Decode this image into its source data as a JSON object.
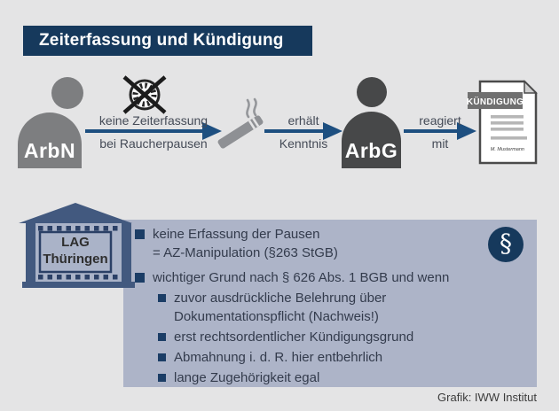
{
  "title": "Zeiterfassung und Kündigung",
  "credit": "Grafik: IWW Institut",
  "flow": {
    "employee_label": "ArbN",
    "employer_label": "ArbG",
    "arrow1": {
      "top": "keine Zeiterfassung",
      "bottom": "bei Raucherpausen"
    },
    "arrow2": {
      "top": "erhält",
      "bottom": "Kenntnis"
    },
    "arrow3": {
      "top": "reagiert",
      "bottom": "mit"
    },
    "document": {
      "title": "KÜNDIGUNG",
      "signature": "M. Mustermann"
    }
  },
  "court": {
    "name_line1": "LAG",
    "name_line2": "Thüringen"
  },
  "ruling_box": {
    "paragraph_symbol": "§",
    "items": [
      {
        "level": 1,
        "line1": "keine Erfassung der Pausen",
        "line2": "= AZ-Manipulation (§263 StGB)"
      },
      {
        "level": 1,
        "line1": "wichtiger Grund nach § 626 Abs. 1 BGB und wenn",
        "line2": ""
      },
      {
        "level": 2,
        "line1": "zuvor ausdrückliche Belehrung über",
        "line2": "Dokumentationspflicht (Nachweis!)"
      },
      {
        "level": 2,
        "line1": "erst rechtsordentlicher Kündigungsgrund",
        "line2": ""
      },
      {
        "level": 2,
        "line1": "Abmahnung i. d. R. hier entbehrlich",
        "line2": ""
      },
      {
        "level": 2,
        "line1": "lange Zugehörigkeit egal",
        "line2": ""
      }
    ]
  },
  "icons": {
    "clock": "crossed-out-clock-icon",
    "cigarette": "cigarette-icon",
    "document": "termination-letter-icon",
    "court": "court-building-icon",
    "paragraph": "paragraph-circle-icon"
  },
  "colors": {
    "background": "#e4e4e5",
    "navy": "#16395c",
    "arrow_blue": "#1d4f80",
    "box_fill": "#adb4c8",
    "building_blue": "#42597f",
    "building_trim": "#2b4066",
    "employee_gray": "#7d7e80",
    "employer_gray": "#474849",
    "banner_gray": "#707070"
  }
}
